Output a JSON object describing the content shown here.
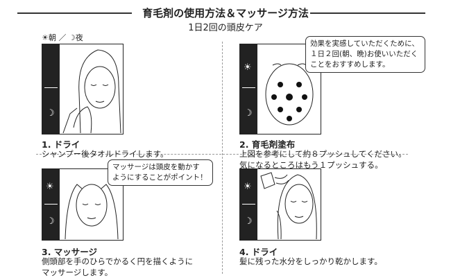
{
  "header": {
    "title": "育毛剤の使用方法＆マッサージ方法",
    "subtitle": "1日2回の頭皮ケア"
  },
  "legend": {
    "sun_icon": "sun-icon",
    "morning": "朝",
    "separator": "／",
    "moon_icon": "moon-icon",
    "night": "夜"
  },
  "steps": [
    {
      "title": "1. ドライ",
      "desc": [
        "シャンプー後タオルドライします。"
      ]
    },
    {
      "title": "2. 育毛剤塗布",
      "desc": [
        "上図を参考にして約８プッシュしてください。",
        "気になるところはもう１プッシュする。"
      ],
      "bubble": [
        "効果を実感していただくために、",
        "１日２回(朝、晩)お使いいただく",
        "ことをおすすめします。"
      ]
    },
    {
      "title": "3. マッサージ",
      "desc": [
        "側頭部を手のひらでかるく円を描くように",
        "マッサージします。"
      ],
      "bubble": [
        "マッサージは頭皮を動かす",
        "ようにすることがポイント！"
      ]
    },
    {
      "title": "4. ドライ",
      "desc": [
        "髪に残った水分をしっかり乾かします。"
      ]
    }
  ],
  "colors": {
    "ink": "#222222",
    "divider": "#999999"
  }
}
